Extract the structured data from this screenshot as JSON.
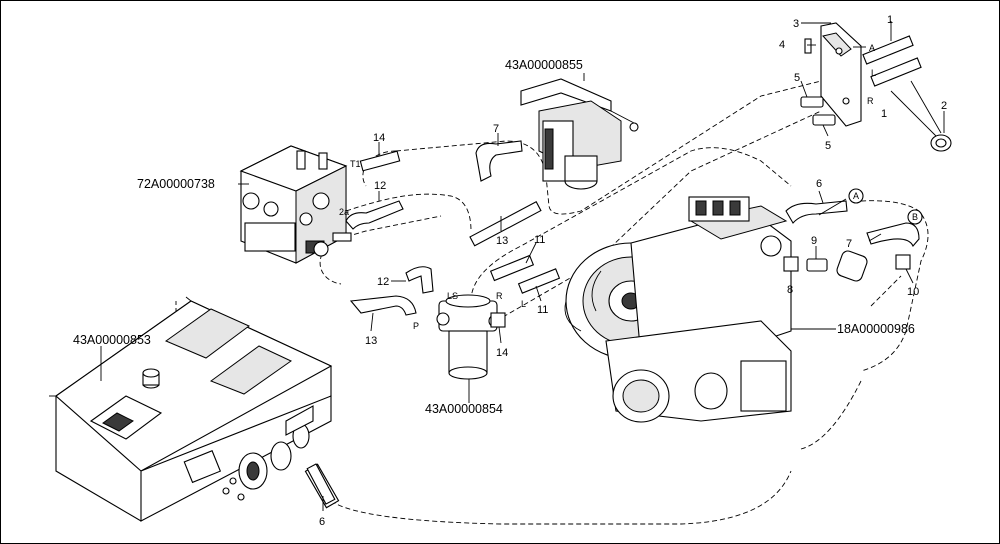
{
  "assemblies": {
    "valve_block": "72A00000738",
    "pump_bracket": "43A00000855",
    "tank": "43A00000853",
    "filter": "43A00000854",
    "transmission": "18A00000986"
  },
  "callouts": {
    "c1a": "1",
    "c1b": "1",
    "c2": "2",
    "c2a": "2a",
    "c3": "3",
    "c4": "4",
    "c5a": "5",
    "c5b": "5",
    "c6a": "6",
    "c6b": "6",
    "c7a": "7",
    "c7b": "7",
    "c8": "8",
    "c9": "9",
    "c10": "10",
    "c11a": "11",
    "c11b": "11",
    "c12a": "12",
    "c12b": "12",
    "c13a": "13",
    "c13b": "13",
    "c14a": "14",
    "c14b": "14"
  },
  "port_labels": {
    "t1": "T1",
    "ls": "LS",
    "p": "P",
    "r": "R",
    "l": "L",
    "bracket_a": "A",
    "bracket_l": "L",
    "bracket_r": "R"
  },
  "circle_refs": {
    "a": "A",
    "b": "B"
  }
}
